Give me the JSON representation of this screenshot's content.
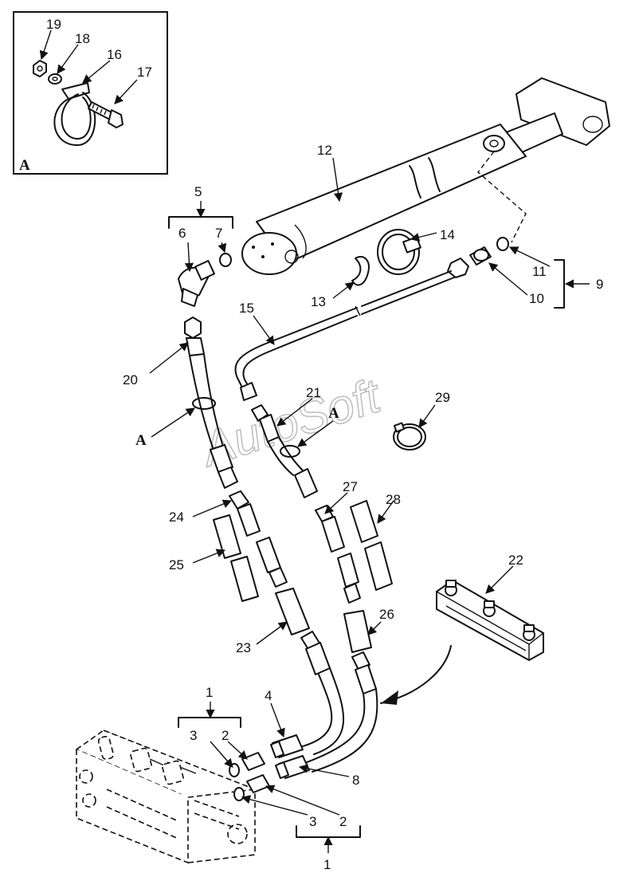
{
  "diagram": {
    "watermark": "AutoSoft",
    "inset_label": "A",
    "callouts": {
      "c1_top": "1",
      "c1_bottom": "1",
      "c2_top": "2",
      "c2_bottom": "2",
      "c3_top": "3",
      "c3_bottom": "3",
      "c4": "4",
      "c5": "5",
      "c6": "6",
      "c7": "7",
      "c8": "8",
      "c9": "9",
      "c10": "10",
      "c11": "11",
      "c12": "12",
      "c13": "13",
      "c14": "14",
      "c15": "15",
      "c16": "16",
      "c17": "17",
      "c18": "18",
      "c19": "19",
      "c20": "20",
      "c21": "21",
      "c22": "22",
      "c23": "23",
      "c24": "24",
      "c25": "25",
      "c26": "26",
      "c27": "27",
      "c28": "28",
      "c29": "29",
      "a_left": "A",
      "a_right": "A"
    }
  }
}
